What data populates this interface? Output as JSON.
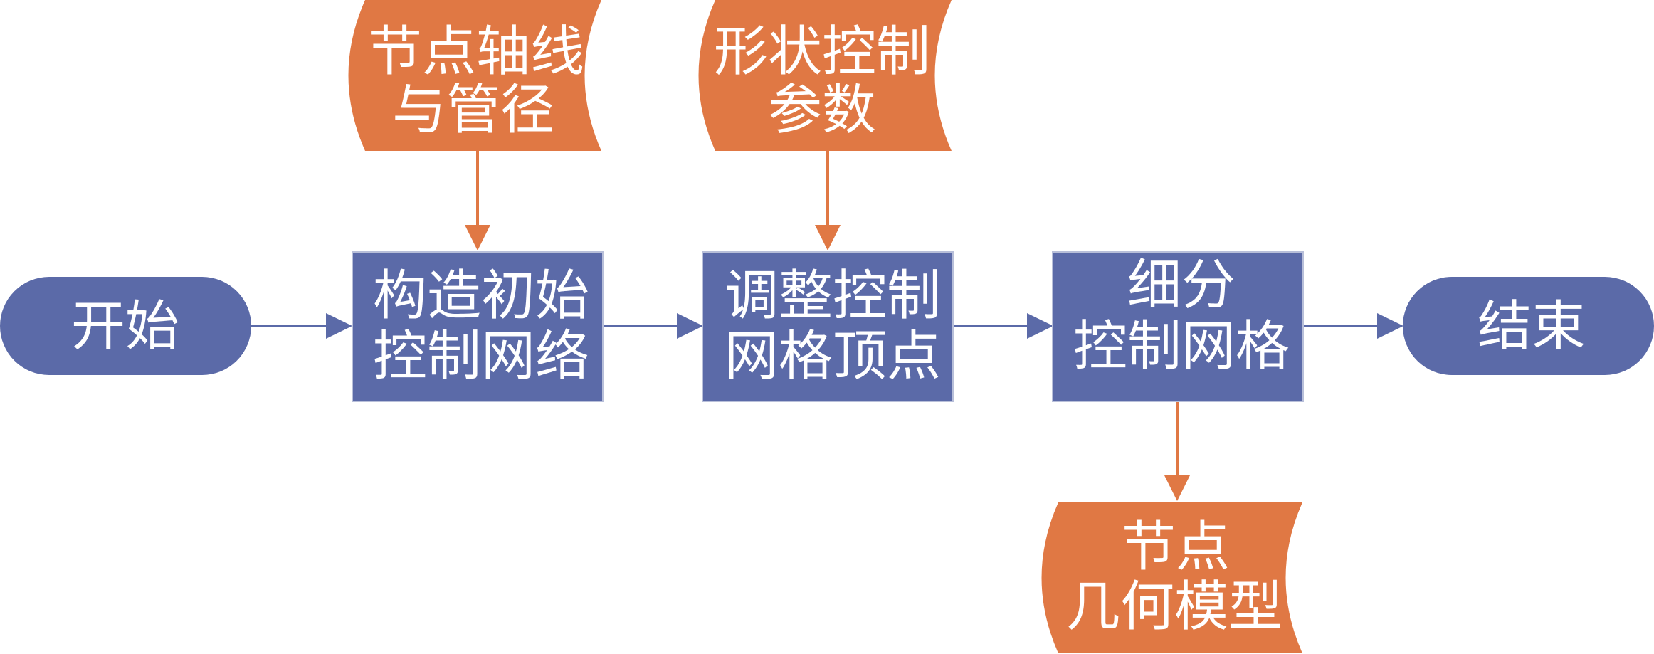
{
  "diagram": {
    "type": "flowchart",
    "colors": {
      "process": "#5b6aa8",
      "data": "#e07844",
      "flow_arrow": "#5b6aa8",
      "data_arrow": "#e07844",
      "text": "#ffffff",
      "background": "#ffffff"
    },
    "start": {
      "label": "开始"
    },
    "end": {
      "label": "结束"
    },
    "inputs": [
      {
        "line1": "节点轴线",
        "line2": "与管径"
      },
      {
        "line1": "形状控制",
        "line2": "参数"
      }
    ],
    "steps": [
      {
        "line1": "构造初始",
        "line2": "控制网络"
      },
      {
        "line1": "调整控制",
        "line2": "网格顶点"
      },
      {
        "line1": "细分",
        "line2": "控制网格"
      }
    ],
    "output": {
      "line1": "节点",
      "line2": "几何模型"
    }
  }
}
